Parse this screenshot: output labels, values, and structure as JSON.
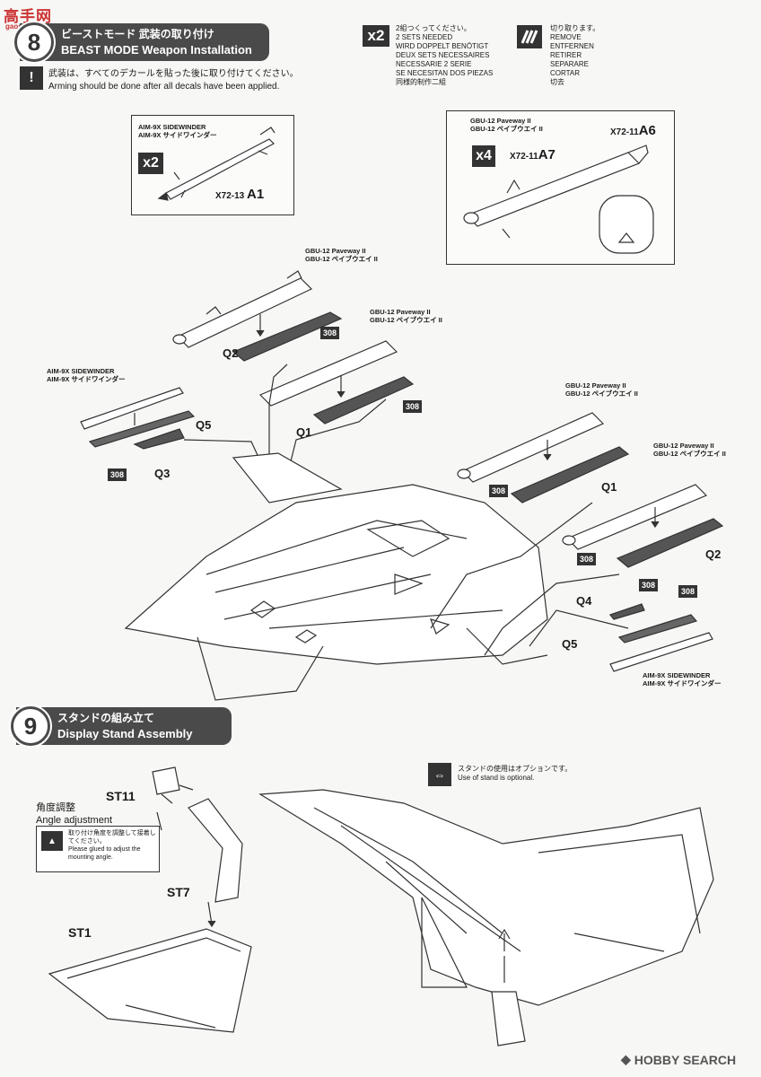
{
  "watermark_top": {
    "text": "高手网",
    "sub": "gaoshou.net"
  },
  "step8": {
    "number": "8",
    "title_jp": "ビーストモード 武装の取り付け",
    "title_en": "BEAST MODE Weapon Installation",
    "note_jp": "武装は、すべてのデカールを貼った後に取り付けてください。",
    "note_en": "Arming should be done after all decals have been applied."
  },
  "two_sets": {
    "badge": "x2",
    "lines": [
      "2組つくってください。",
      "2 SETS NEEDED",
      "WIRD DOPPELT BENÖTIGT",
      "DEUX SETS NECESSAIRES",
      "NECESSARIE 2 SERIE",
      "SE NECESITAN DOS PIEZAS",
      "同様的制作二組"
    ]
  },
  "cut_off": {
    "lines": [
      "切り取ります。",
      "REMOVE",
      "ENTFERNEN",
      "RETIRER",
      "SEPARARE",
      "CORTAR",
      "切去"
    ]
  },
  "aim_box": {
    "name_en": "AIM-9X SIDEWINDER",
    "name_jp": "AIM-9X サイドワインダー",
    "qty": "x2",
    "sprue": "X72-13",
    "part": "A1"
  },
  "gbu_box": {
    "name_en": "GBU-12 Paveway II",
    "name_jp": "GBU-12 ペイブウエイ II",
    "qty": "x4",
    "sprue_a7": "X72-11",
    "part_a7": "A7",
    "sprue_a6": "X72-11",
    "part_a6": "A6"
  },
  "weapons": {
    "gbu_en": "GBU-12 Paveway II",
    "gbu_jp": "GBU-12 ペイブウエイ II",
    "aim_en": "AIM-9X SIDEWINDER",
    "aim_jp": "AIM-9X サイドワインダー",
    "decal": "308",
    "parts": {
      "q1": "Q1",
      "q2": "Q2",
      "q3": "Q3",
      "q4": "Q4",
      "q5": "Q5"
    }
  },
  "step9": {
    "number": "9",
    "title_jp": "スタンドの組み立て",
    "title_en": "Display Stand Assembly"
  },
  "stand": {
    "st11": "ST11",
    "st7": "ST7",
    "st1": "ST1",
    "angle_jp": "角度調整",
    "angle_en": "Angle adjustment",
    "glue_jp": "取り付け角度を調整して接着してください。",
    "glue_en": "Please glued to adjust the mounting angle.",
    "optional_jp": "スタンドの使用はオプションです。",
    "optional_en": "Use of stand is optional."
  },
  "footer": {
    "brand": "HOBBY SEARCH"
  }
}
